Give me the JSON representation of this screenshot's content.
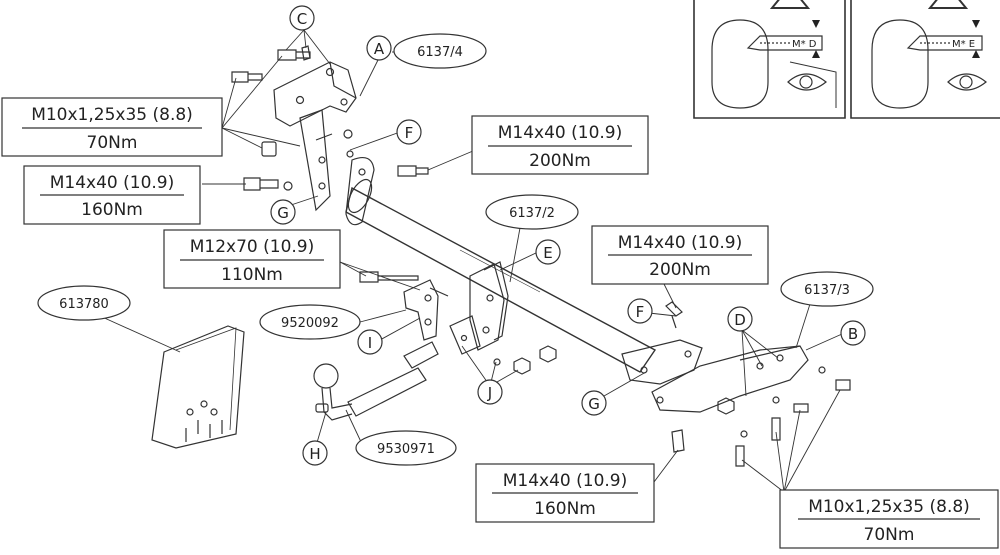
{
  "diagram": {
    "spec_boxes": [
      {
        "id": "spec-a",
        "line1": "M10x1,25x35 (8.8)",
        "line2": "70Nm"
      },
      {
        "id": "spec-b",
        "line1": "M14x40 (10.9)",
        "line2": "160Nm"
      },
      {
        "id": "spec-c",
        "line1": "M14x40 (10.9)",
        "line2": "200Nm"
      },
      {
        "id": "spec-d",
        "line1": "M12x70 (10.9)",
        "line2": "110Nm"
      },
      {
        "id": "spec-e",
        "line1": "M14x40 (10.9)",
        "line2": "200Nm"
      },
      {
        "id": "spec-f",
        "line1": "M14x40 (10.9)",
        "line2": "160Nm"
      },
      {
        "id": "spec-g",
        "line1": "M10x1,25x35 (8.8)",
        "line2": "70Nm"
      }
    ],
    "part_numbers": [
      "6137/4",
      "6137/2",
      "6137/3",
      "613780",
      "9520092",
      "9530971"
    ],
    "letters": [
      "A",
      "B",
      "C",
      "D",
      "E",
      "F",
      "F",
      "G",
      "G",
      "H",
      "I",
      "J"
    ],
    "warning_panels": [
      {
        "gauge_label": "M* D"
      },
      {
        "gauge_label": "M* E"
      }
    ]
  }
}
